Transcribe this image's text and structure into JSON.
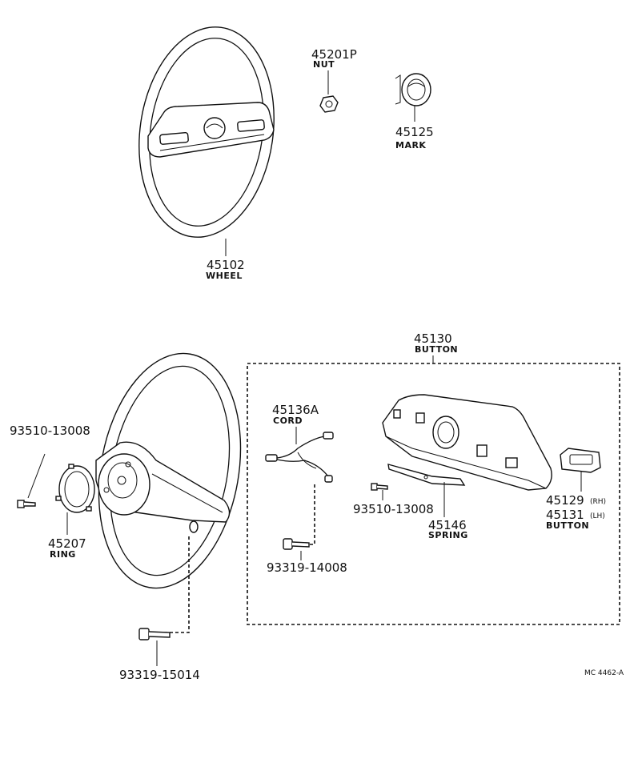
{
  "parts": {
    "p45201p": {
      "number": "45201P",
      "name": "NUT"
    },
    "p45125": {
      "number": "45125",
      "name": "MARK"
    },
    "p45102": {
      "number": "45102",
      "name": "WHEEL"
    },
    "p45130": {
      "number": "45130",
      "name": "BUTTON"
    },
    "p45136a": {
      "number": "45136A",
      "name": "CORD"
    },
    "p93510_left": {
      "number": "93510-13008"
    },
    "p45207": {
      "number": "45207",
      "name": "RING"
    },
    "p93510_right": {
      "number": "93510-13008"
    },
    "p45146": {
      "number": "45146",
      "name": "SPRING"
    },
    "p45129": {
      "number": "45129",
      "side": "(RH)"
    },
    "p45131": {
      "number": "45131",
      "side": "(LH)",
      "name": "BUTTON"
    },
    "p93319_14008": {
      "number": "93319-14008"
    },
    "p93319_15014": {
      "number": "93319-15014"
    }
  },
  "ref_code": "MC 4462-A"
}
